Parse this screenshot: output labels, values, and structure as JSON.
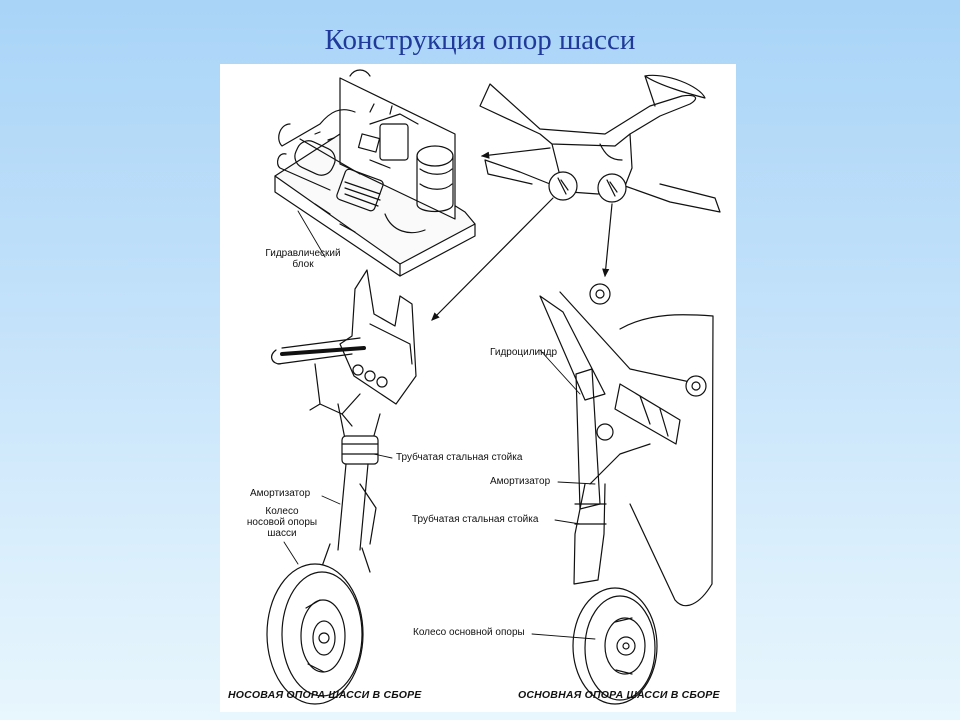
{
  "slide": {
    "title": "Конструкция опор шасси"
  },
  "figure": {
    "labels": {
      "hydraulic_block": "Гидравлический\nблок",
      "hydraulic_cylinder": "Гидроцилиндр",
      "nose_strut": "Трубчатая стальная стойка",
      "nose_shock": "Амортизатор",
      "nose_wheel": "Колесо\nносовой опоры\nшасси",
      "main_shock": "Амортизатор",
      "main_strut": "Трубчатая стальная стойка",
      "main_wheel": "Колесо основной опоры"
    },
    "captions": {
      "nose_assembly": "НОСОВАЯ ОПОРА ШАССИ В СБОРЕ",
      "main_assembly": "ОСНОВНАЯ ОПОРА ШАССИ В СБОРЕ"
    }
  }
}
